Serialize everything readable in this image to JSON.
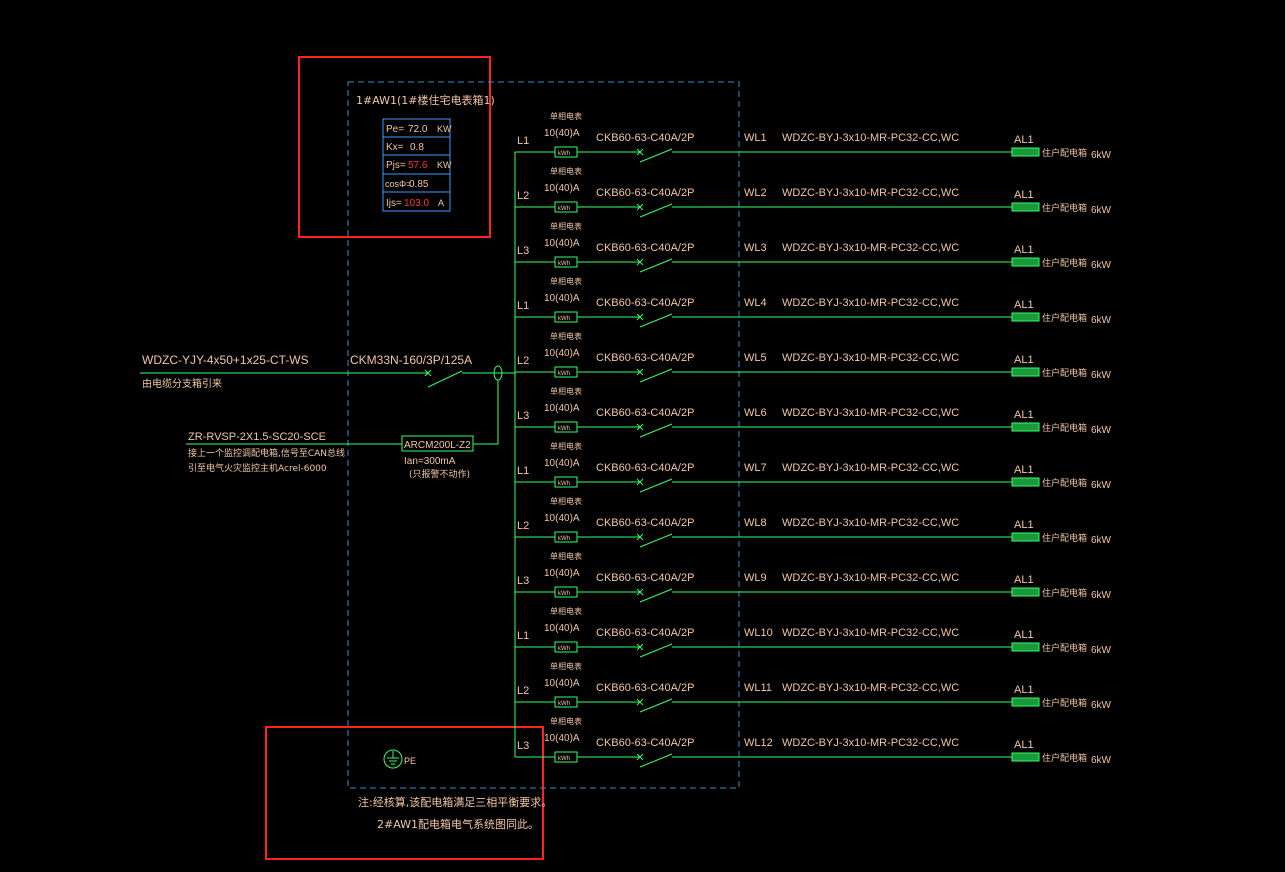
{
  "colors": {
    "background": "#000000",
    "line": "#33ff66",
    "text_orange": "#f3c6a0",
    "text_red": "#ff3333",
    "panel_dashed": "#2f8fd0",
    "highlight_box": "#ff2222",
    "table_border": "#3a9cff"
  },
  "panel": {
    "title": "1#AW1(1#楼住宅电表箱1)",
    "params": [
      {
        "label": "Pe=",
        "value": "72.0",
        "unit": "KW"
      },
      {
        "label": "Kx=",
        "value": "0.8",
        "unit": ""
      },
      {
        "label": "Pjs=",
        "value": "57.6",
        "unit": "KW"
      },
      {
        "label": "cosΦ=",
        "value": "0.85",
        "unit": ""
      },
      {
        "label": "Ijs=",
        "value": "103.0",
        "unit": "A"
      }
    ]
  },
  "incoming": {
    "cable": "WDZC-YJY-4x50+1x25-CT-WS",
    "source": "由电缆分支箱引来",
    "main_breaker": "CKM33N-160/3P/125A"
  },
  "monitoring": {
    "cable": "ZR-RVSP-2X1.5-SC20-SCE",
    "note1": "接上一个监控调配电箱,信号至CAN总线",
    "note2": "引至电气火灾监控主机Acrel-6000",
    "device": "ARCM200L-Z2",
    "ian": "Ian=300mA",
    "alarm": "(只报警不动作)"
  },
  "circuit_common": {
    "meter_label": "单相电表",
    "meter_rating": "10(40)A",
    "meter_box": "kWh",
    "breaker": "CKB60-63-C40A/2P",
    "cable": "WDZC-BYJ-3x10-MR-PC32-CC,WC",
    "load_id": "AL1",
    "load_name": "住户配电箱",
    "power": "6kW"
  },
  "circuits": [
    {
      "phase": "L1",
      "id": "WL1"
    },
    {
      "phase": "L2",
      "id": "WL2"
    },
    {
      "phase": "L3",
      "id": "WL3"
    },
    {
      "phase": "L1",
      "id": "WL4"
    },
    {
      "phase": "L2",
      "id": "WL5"
    },
    {
      "phase": "L3",
      "id": "WL6"
    },
    {
      "phase": "L1",
      "id": "WL7"
    },
    {
      "phase": "L2",
      "id": "WL8"
    },
    {
      "phase": "L3",
      "id": "WL9"
    },
    {
      "phase": "L1",
      "id": "WL10"
    },
    {
      "phase": "L2",
      "id": "WL11"
    },
    {
      "phase": "L3",
      "id": "WL12"
    }
  ],
  "pe_label": "PE",
  "notes": {
    "line1": "注:经核算,该配电箱满足三相平衡要求。",
    "line2": "2#AW1配电箱电气系统图同此。"
  }
}
